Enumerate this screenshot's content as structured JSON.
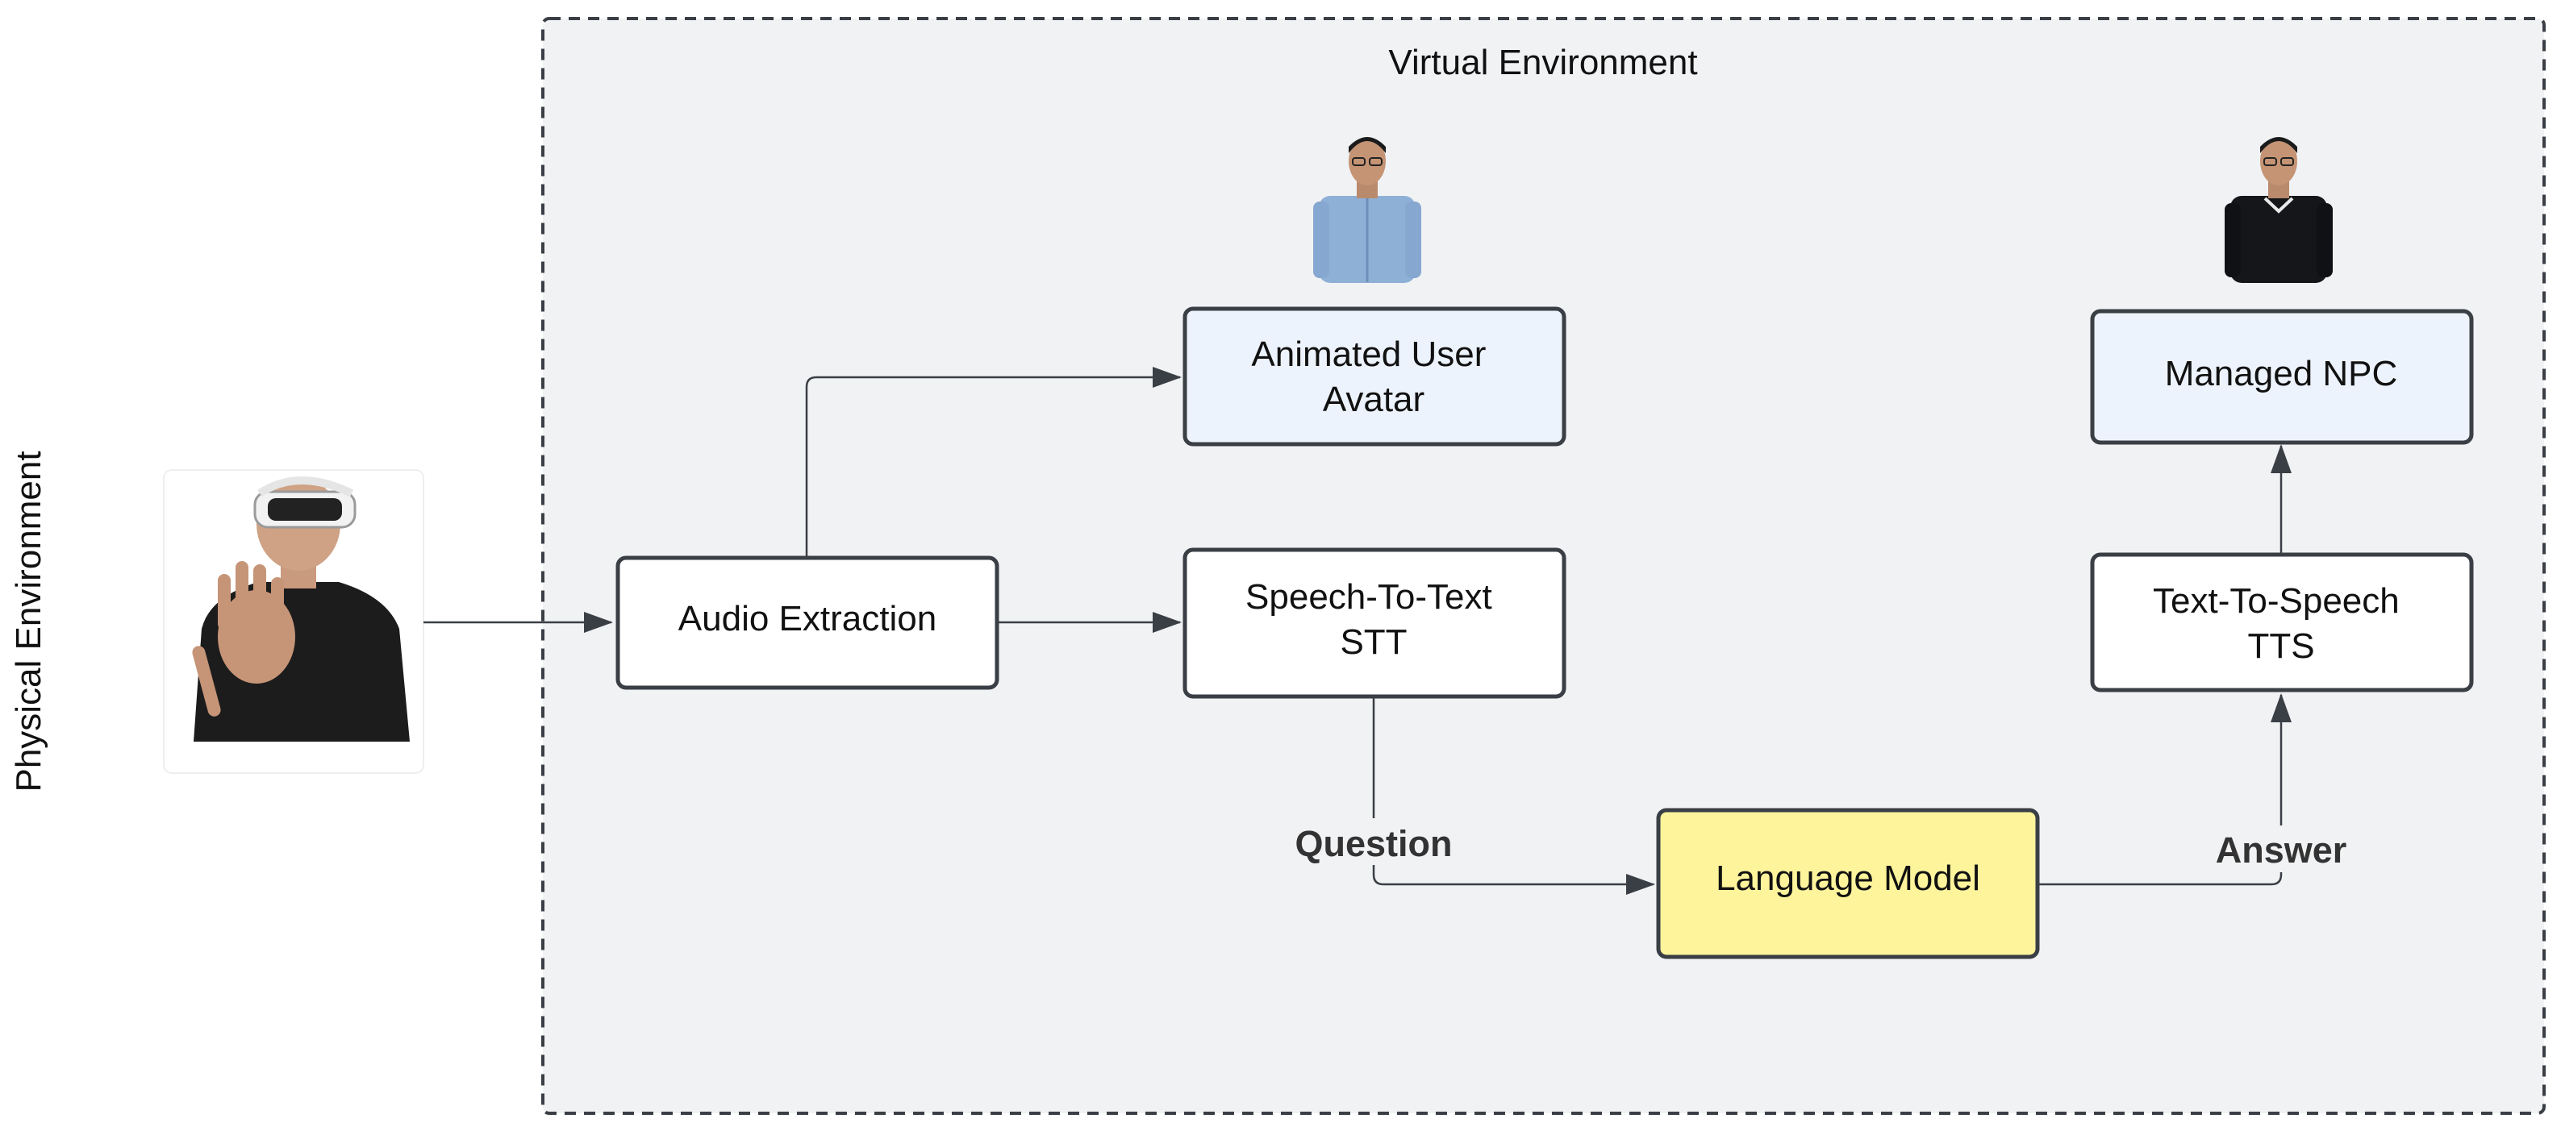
{
  "regions": {
    "physical": "Physical Environment",
    "virtual": "Virtual Environment"
  },
  "nodes": {
    "audio_extraction": [
      "Audio Extraction"
    ],
    "animated_avatar": [
      "Animated User",
      "Avatar"
    ],
    "stt": [
      "Speech-To-Text",
      "STT"
    ],
    "language_model": [
      "Language Model"
    ],
    "tts": [
      "Text-To-Speech",
      "TTS"
    ],
    "managed_npc": [
      "Managed NPC"
    ]
  },
  "edges": {
    "question": "Question",
    "answer": "Answer"
  },
  "colors": {
    "virtual_bg": "#f1f2f4",
    "node_fill": "#ffffff",
    "avatar_node_fill": "#edf3fc",
    "language_model_fill": "#fef49c",
    "stroke": "#3a3e45"
  }
}
